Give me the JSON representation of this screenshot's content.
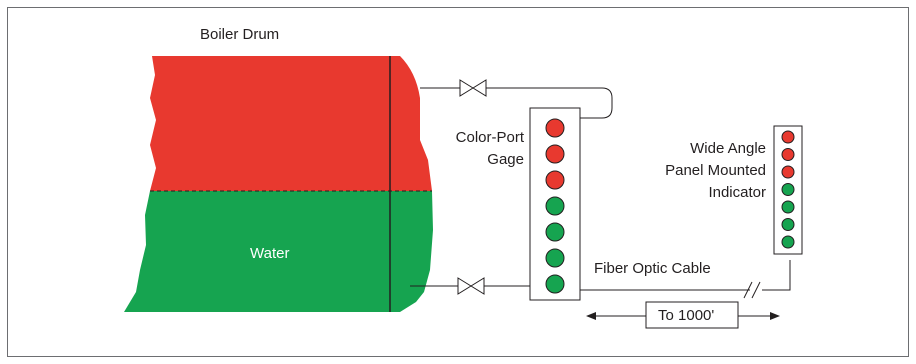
{
  "diagram": {
    "labels": {
      "drum": "Boiler Drum",
      "water": "Water",
      "gage_line1": "Color-Port",
      "gage_line2": "Gage",
      "indicator_line1": "Wide Angle",
      "indicator_line2": "Panel Mounted",
      "indicator_line3": "Indicator",
      "cable": "Fiber Optic Cable",
      "distance": "To 1000'"
    },
    "gage_lights": [
      "red",
      "red",
      "red",
      "green",
      "green",
      "green",
      "green"
    ],
    "indicator_lights": [
      "red",
      "red",
      "red",
      "green",
      "green",
      "green",
      "green"
    ],
    "colors": {
      "steam": "#e8392f",
      "water": "#16a450",
      "line": "#231f20",
      "border": "#6d6e71"
    }
  }
}
